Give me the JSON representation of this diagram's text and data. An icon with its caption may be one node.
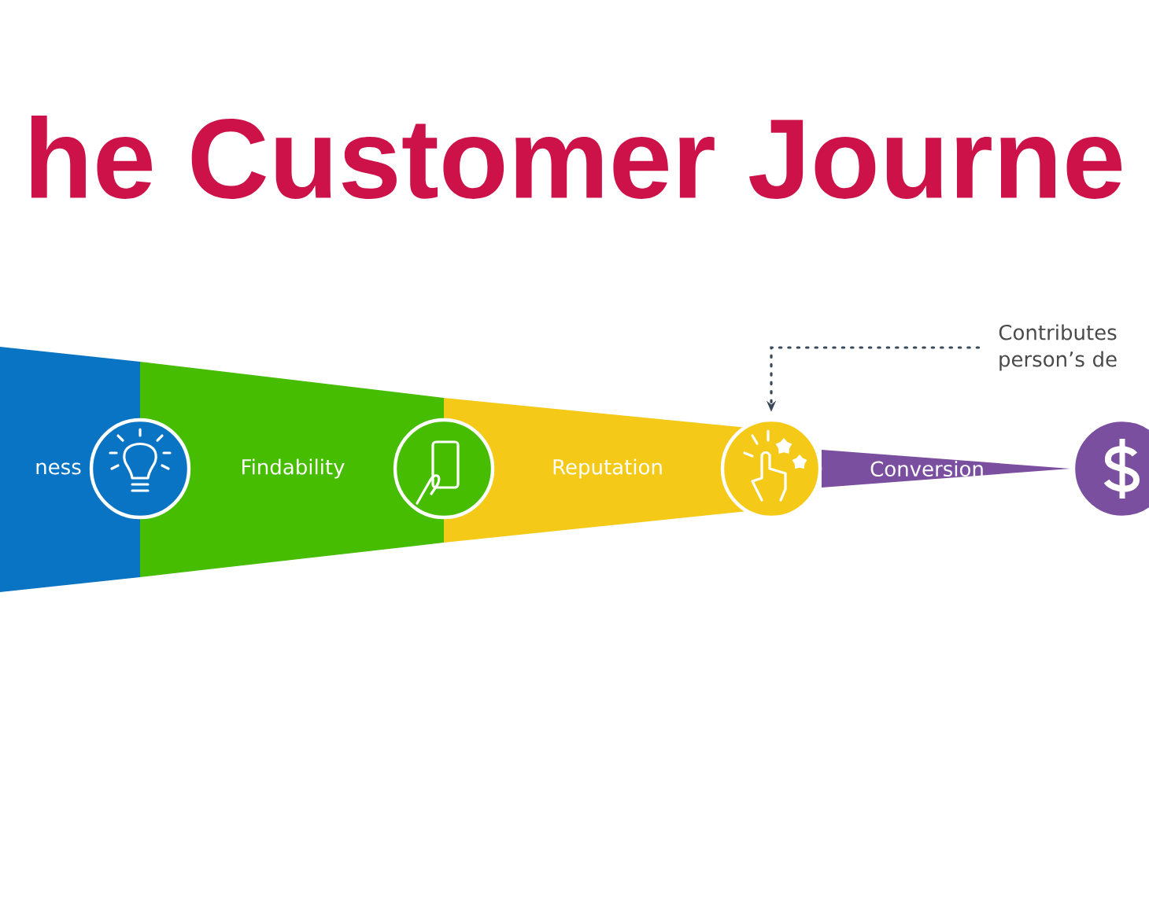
{
  "diagram": {
    "title": "he Customer Journe",
    "nodes": [
      {
        "text": [
          "ness"
        ]
      },
      {
        "text": [],
        "shape": "circle"
      },
      {
        "text": [
          "Findability"
        ]
      },
      {
        "text": [],
        "shape": "circle"
      },
      {
        "text": [
          "Reputation"
        ]
      },
      {
        "text": [],
        "shape": "circle"
      },
      {
        "text": [
          "Conversion"
        ]
      },
      {
        "text": [],
        "shape": "circle"
      },
      {
        "text": [
          "Contributes person’s de"
        ]
      }
    ],
    "edges": [
      {
        "from": 8,
        "to": 5,
        "arrow": "to",
        "style": "dashed"
      }
    ]
  }
}
